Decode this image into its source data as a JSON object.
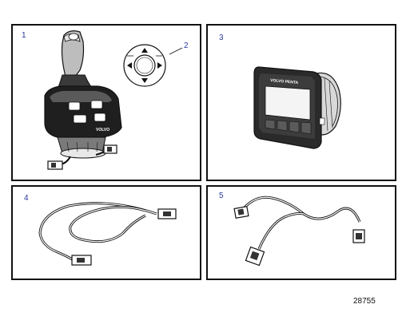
{
  "panels": [
    {
      "label": "1"
    },
    {
      "label": "2"
    },
    {
      "label": "3"
    },
    {
      "label": "4"
    },
    {
      "label": "5"
    }
  ],
  "display_brand": "VOLVO PENTA",
  "joystick_brand": "VOLVO",
  "figure_number": "28755"
}
